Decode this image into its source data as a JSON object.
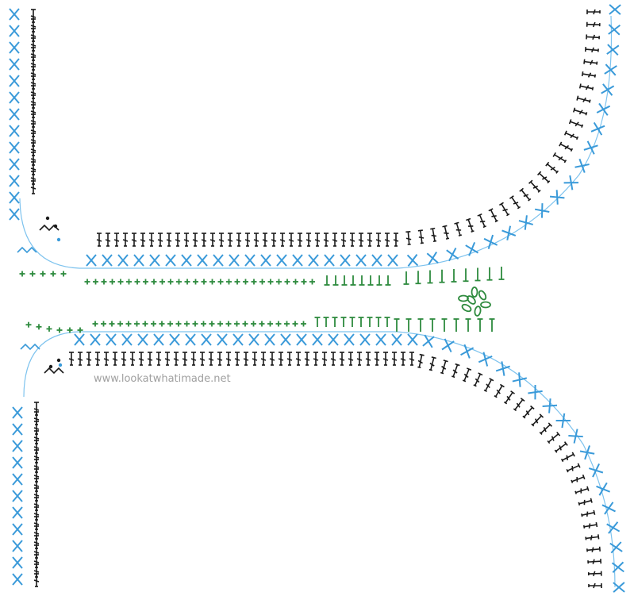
{
  "watermark": "www.lookatwhatimade.net",
  "colors": {
    "background": "#ffffff",
    "sc_blue": "#3a9ad9",
    "dc_black": "#1a1a1a",
    "green": "#2e8b3e",
    "guide_blue": "#7ec3ee"
  },
  "stitch_symbols": {
    "x_stitch": "blue-x-cross-symbol",
    "double_crochet": "black-dc-symbol",
    "plus_stitch": "green-plus-symbol",
    "t_stitch": "green-t-symbol",
    "chain_flower": "green-chain-loop-symbol"
  }
}
